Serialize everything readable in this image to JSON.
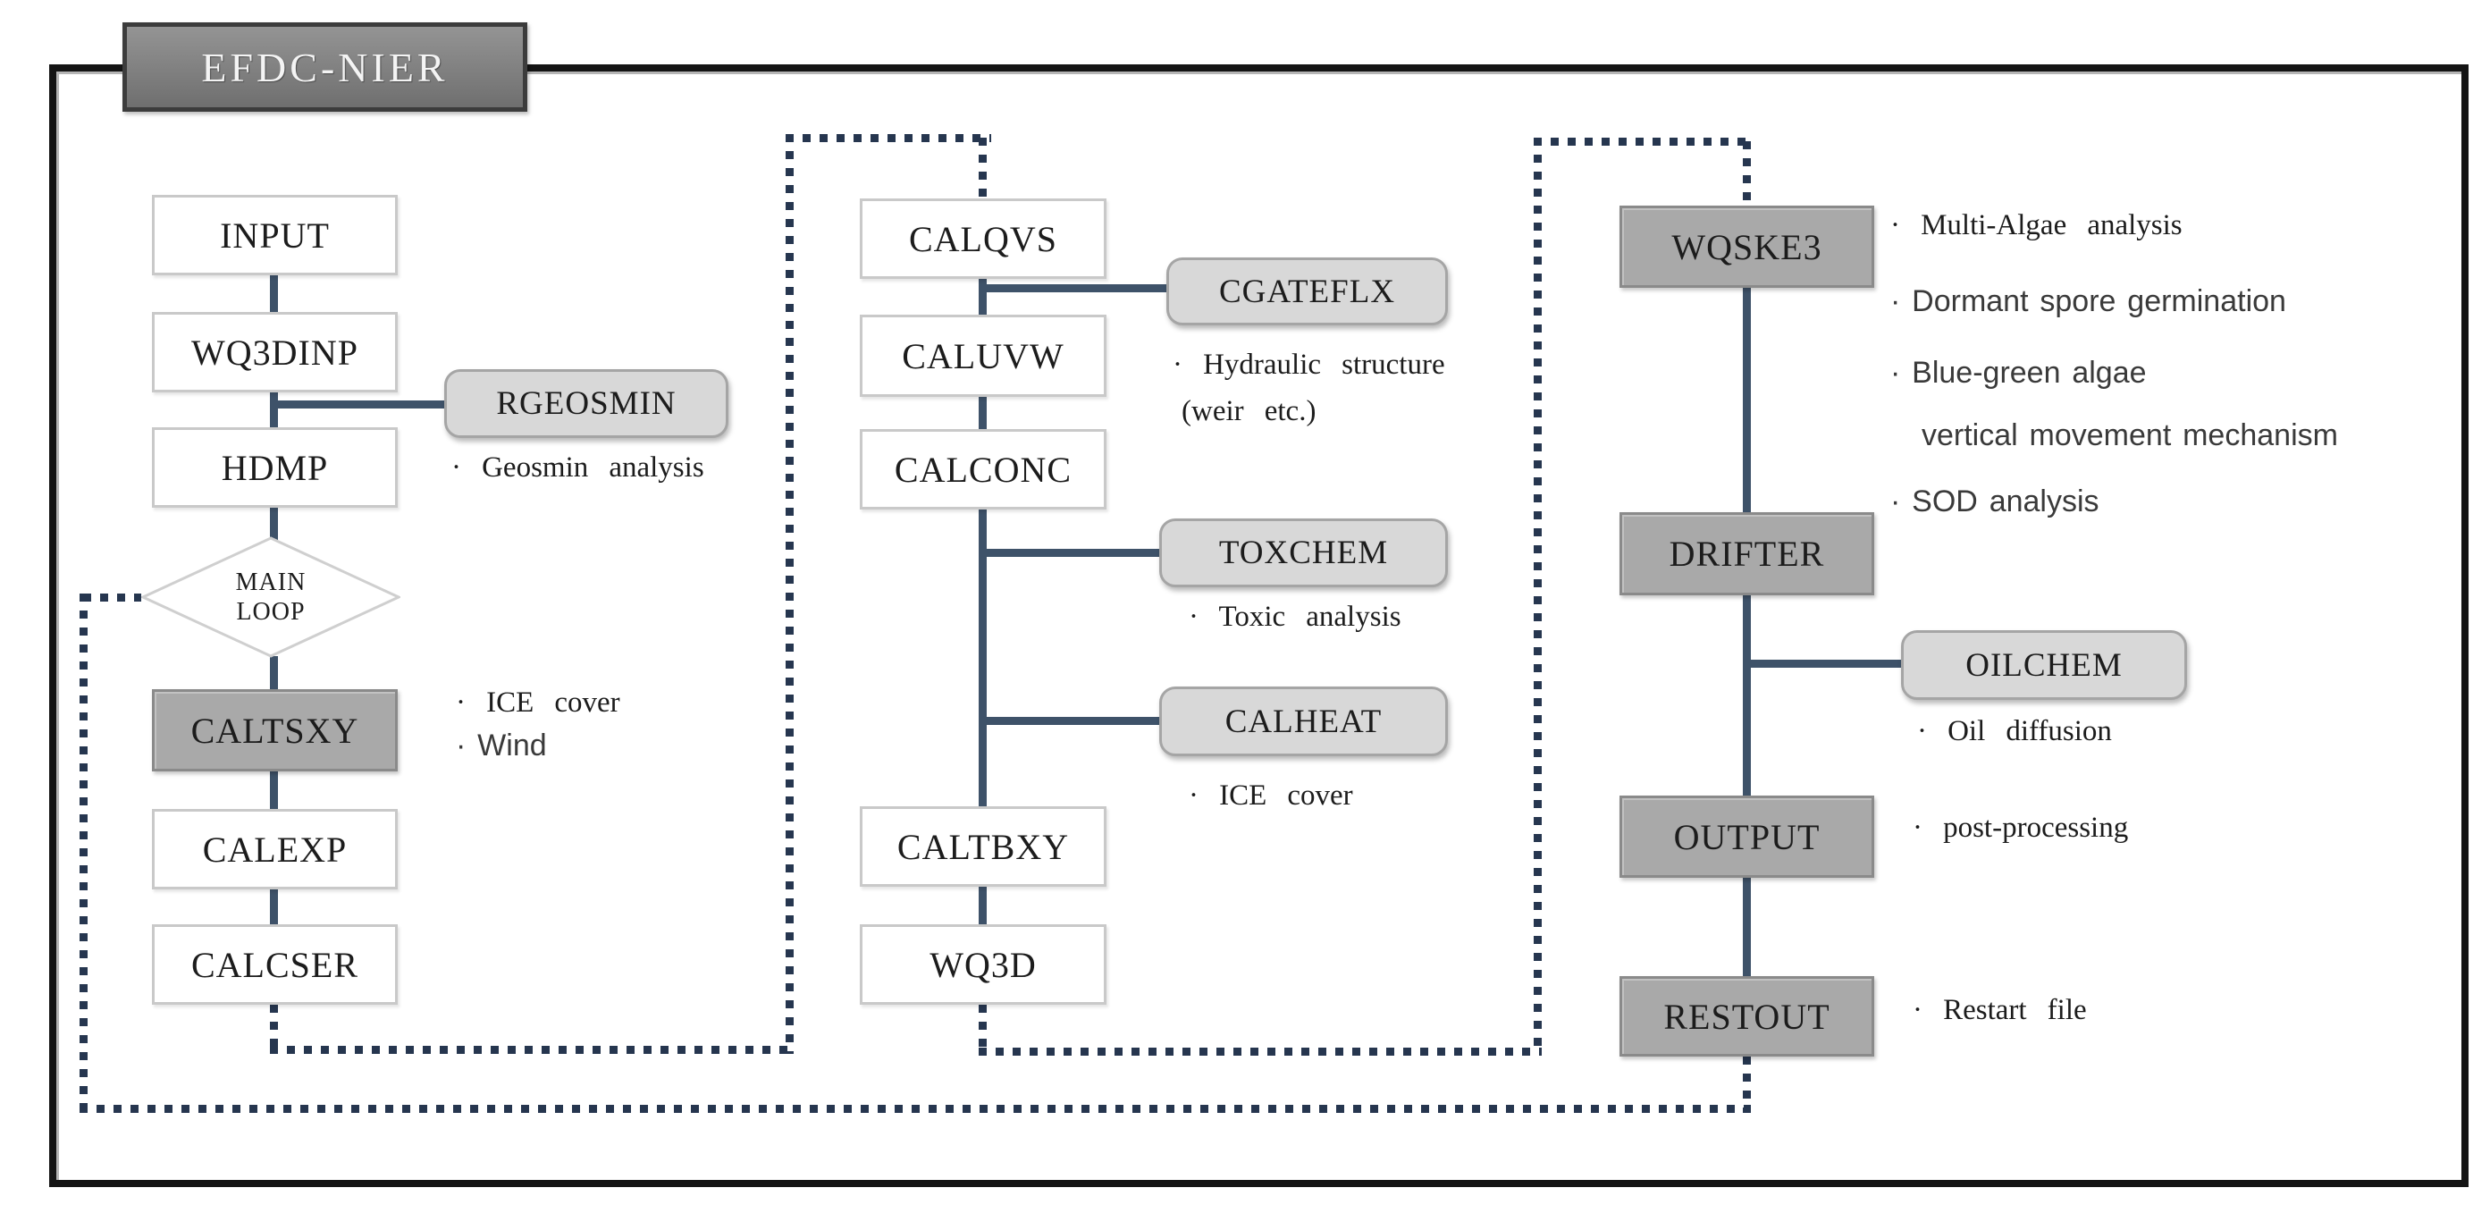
{
  "title": {
    "label": "EFDC-NIER"
  },
  "diamond": {
    "line1": "MAIN",
    "line2": "LOOP"
  },
  "nodes": {
    "input": "INPUT",
    "wq3dinp": "WQ3DINP",
    "hdmp": "HDMP",
    "caltsxy": "CALTSXY",
    "calexp": "CALEXP",
    "calcser": "CALCSER",
    "rgeosmin": "RGEOSMIN",
    "calqvs": "CALQVS",
    "caluvw": "CALUVW",
    "calconc": "CALCONC",
    "caltbxy": "CALTBXY",
    "wq3d": "WQ3D",
    "cgateflx": "CGATEFLX",
    "toxchem": "TOXCHEM",
    "calheat": "CALHEAT",
    "wqske3": "WQSKE3",
    "drifter": "DRIFTER",
    "output": "OUTPUT",
    "restout": "RESTOUT",
    "oilchem": "OILCHEM"
  },
  "notes": {
    "geosmin": "· Geosmin analysis",
    "ice_cover": "· ICE cover",
    "wind": "· Wind",
    "hydraulic_line1": "· Hydraulic structure",
    "hydraulic_line2": "(weir etc.)",
    "toxic": "· Toxic analysis",
    "calheat_ice": "· ICE cover",
    "wqske3_list": [
      "· Multi-Algae analysis",
      "· Dormant spore germination",
      "· Blue-green algae",
      "vertical movement mechanism",
      "· SOD analysis"
    ],
    "oil": "· Oil diffusion",
    "post_processing": "· post-processing",
    "restart": "· Restart file"
  },
  "colors": {
    "connector_line": "#3e5269",
    "dotted_loop_line": "#26364f",
    "outer_frame": "#141414",
    "white_box_border": "#c9c9c9",
    "gray_box_fill": "#a9a9a9",
    "gray_box_border": "#8a8a8a",
    "pill_fill": "#d8d8d8",
    "pill_border": "#a5a5a5",
    "title_fill": "#7e7e7e",
    "title_border": "#3c3c3c",
    "text": "#1c1c1c"
  }
}
